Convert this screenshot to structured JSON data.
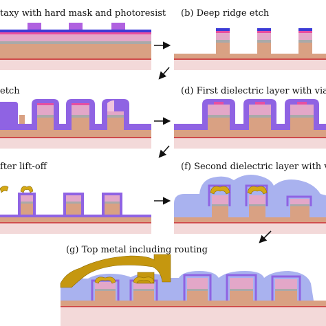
{
  "panels": [
    {
      "id": "a",
      "label": "taxy with hard mask and photoresist"
    },
    {
      "id": "b",
      "label": "(b) Deep ridge etch"
    },
    {
      "id": "c",
      "label": "etch"
    },
    {
      "id": "d",
      "label": "(d) First dielectric layer with vias"
    },
    {
      "id": "e",
      "label": "fter lift-off"
    },
    {
      "id": "f",
      "label": "(f) Second dielectric layer with via"
    },
    {
      "id": "g",
      "label": "(g) Top metal including routing"
    }
  ],
  "colors": {
    "substrate": "#d9a183",
    "substrate_top": "#e8c2ad",
    "bottom_layer": "#f3d9d9",
    "red_line": "#cf4a4a",
    "waveguide": "#a9a9a9",
    "cladding": "#e3a7c8",
    "contact": "#e74fa0",
    "hard_mask": "#3b3bd6",
    "photoresist": "#b061e0",
    "dielectric1": "#8f63e3",
    "dielectric2": "#a9b2ef",
    "metal": "#d4a815",
    "top_metal": "#c5970f",
    "arrow": "#111111"
  }
}
